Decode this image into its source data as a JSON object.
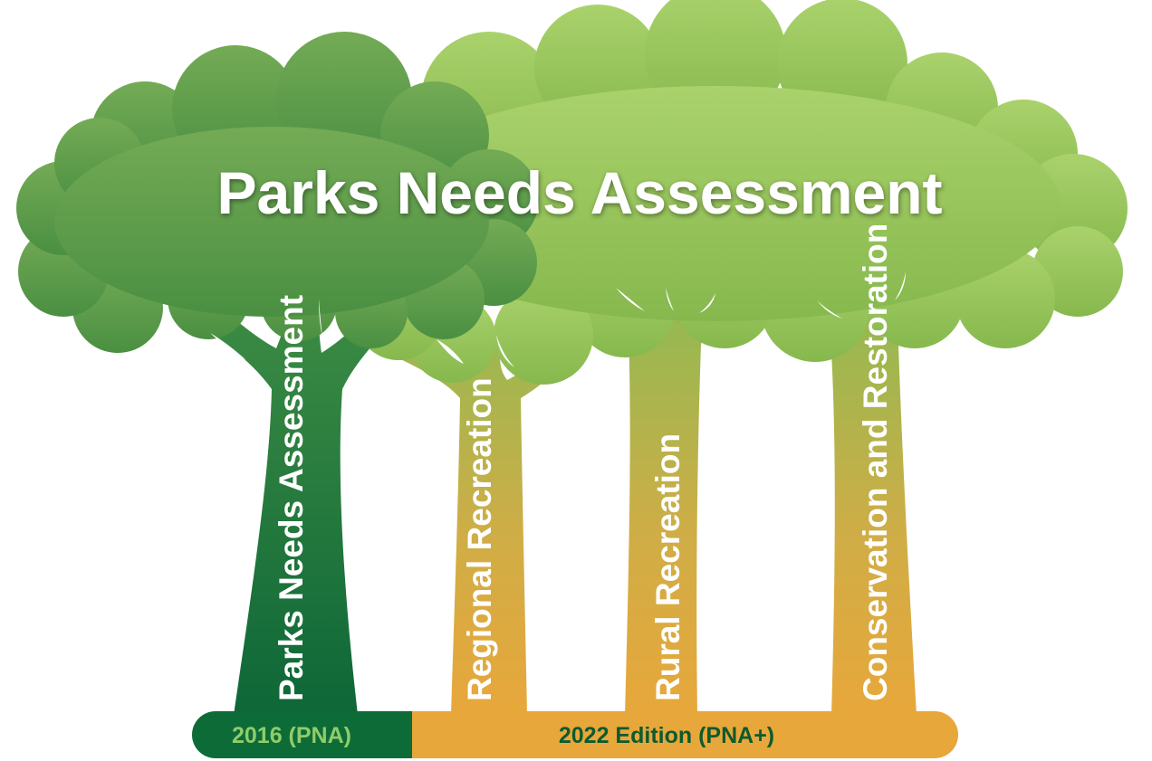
{
  "title": "Parks Needs Assessment",
  "trees": [
    {
      "id": "pna-2016",
      "label": "Parks Needs Assessment"
    },
    {
      "id": "regional",
      "label": "Regional Recreation"
    },
    {
      "id": "rural",
      "label": "Rural Recreation"
    },
    {
      "id": "conservation",
      "label": "Conservation and Restoration"
    }
  ],
  "timeline": {
    "left_label": "2016 (PNA)",
    "right_label": "2022 Edition (PNA+)"
  },
  "colors": {
    "dark_green": "#0d6b38",
    "mid_green": "#4f9a45",
    "light_green": "#a9cf6c",
    "orange": "#e8a73a",
    "left_label_text": "#8fcd6a",
    "right_label_text": "#0e5a2e"
  }
}
